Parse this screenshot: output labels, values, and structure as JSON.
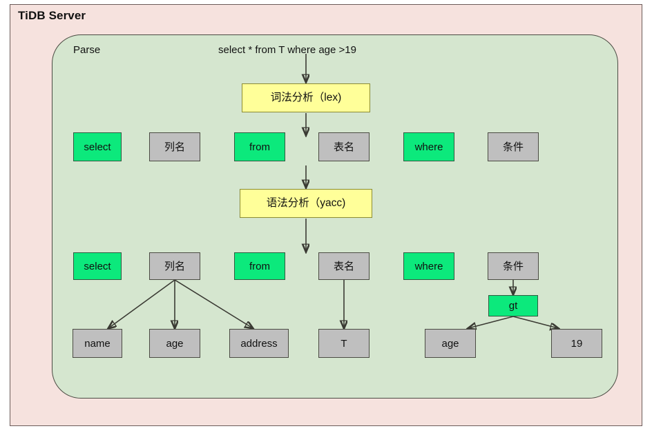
{
  "outer": {
    "title": "TiDB Server",
    "bg_color": "#f6e2de",
    "border_color": "#6b5a58"
  },
  "panel": {
    "label": "Parse",
    "bg_color": "#d5e6cf",
    "border_color": "#4a4a42"
  },
  "query": {
    "sql": "select * from T where age >19"
  },
  "stages": {
    "lex": "词法分析（lex)",
    "yacc": "语法分析（yacc)"
  },
  "colors": {
    "keyword_green": "#0ce97c",
    "node_gray": "#bfbfbf",
    "stage_yellow": "#ffff99"
  },
  "token_row": [
    {
      "label": "select",
      "kind": "green"
    },
    {
      "label": "列名",
      "kind": "gray"
    },
    {
      "label": "from",
      "kind": "green"
    },
    {
      "label": "表名",
      "kind": "gray"
    },
    {
      "label": "where",
      "kind": "green"
    },
    {
      "label": "条件",
      "kind": "gray"
    }
  ],
  "ast_row": [
    {
      "label": "select",
      "kind": "green"
    },
    {
      "label": "列名",
      "kind": "gray"
    },
    {
      "label": "from",
      "kind": "green"
    },
    {
      "label": "表名",
      "kind": "gray"
    },
    {
      "label": "where",
      "kind": "green"
    },
    {
      "label": "条件",
      "kind": "gray"
    }
  ],
  "operator": {
    "label": "gt",
    "kind": "green"
  },
  "leaf_row": [
    {
      "label": "name",
      "kind": "gray"
    },
    {
      "label": "age",
      "kind": "gray"
    },
    {
      "label": "address",
      "kind": "gray"
    },
    {
      "label": "T",
      "kind": "gray"
    },
    {
      "label": "age",
      "kind": "gray"
    },
    {
      "label": "19",
      "kind": "gray"
    }
  ]
}
